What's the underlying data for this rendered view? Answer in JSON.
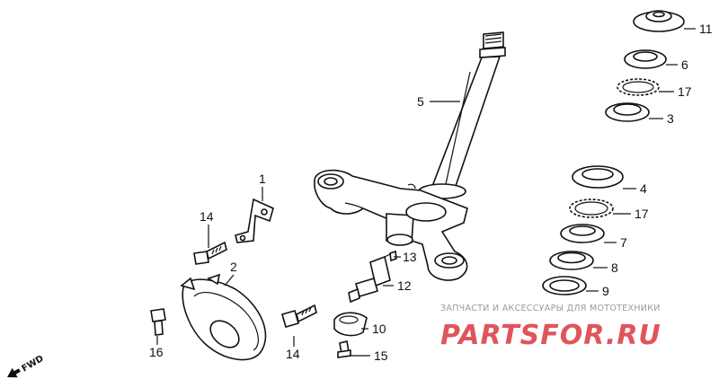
{
  "parts": [
    {
      "id": "p1",
      "label": "1"
    },
    {
      "id": "p2",
      "label": "2"
    },
    {
      "id": "p3",
      "label": "3"
    },
    {
      "id": "p4",
      "label": "4"
    },
    {
      "id": "p5",
      "label": "5"
    },
    {
      "id": "p6",
      "label": "6"
    },
    {
      "id": "p7",
      "label": "7"
    },
    {
      "id": "p8",
      "label": "8"
    },
    {
      "id": "p9",
      "label": "9"
    },
    {
      "id": "p10",
      "label": "10"
    },
    {
      "id": "p11",
      "label": "11"
    },
    {
      "id": "p12",
      "label": "12"
    },
    {
      "id": "p13",
      "label": "13"
    },
    {
      "id": "p14a",
      "label": "14"
    },
    {
      "id": "p14b",
      "label": "14"
    },
    {
      "id": "p15",
      "label": "15"
    },
    {
      "id": "p16",
      "label": "16"
    },
    {
      "id": "p17a",
      "label": "17"
    },
    {
      "id": "p17b",
      "label": "17"
    }
  ],
  "watermark": {
    "tagline": "ЗАПЧАСТИ И АКСЕССУАРЫ ДЛЯ МОТОТЕХНИКИ",
    "brand": "PARTSFOR.RU",
    "brand_color": "#e0555b"
  },
  "direction_marker": "FWD"
}
